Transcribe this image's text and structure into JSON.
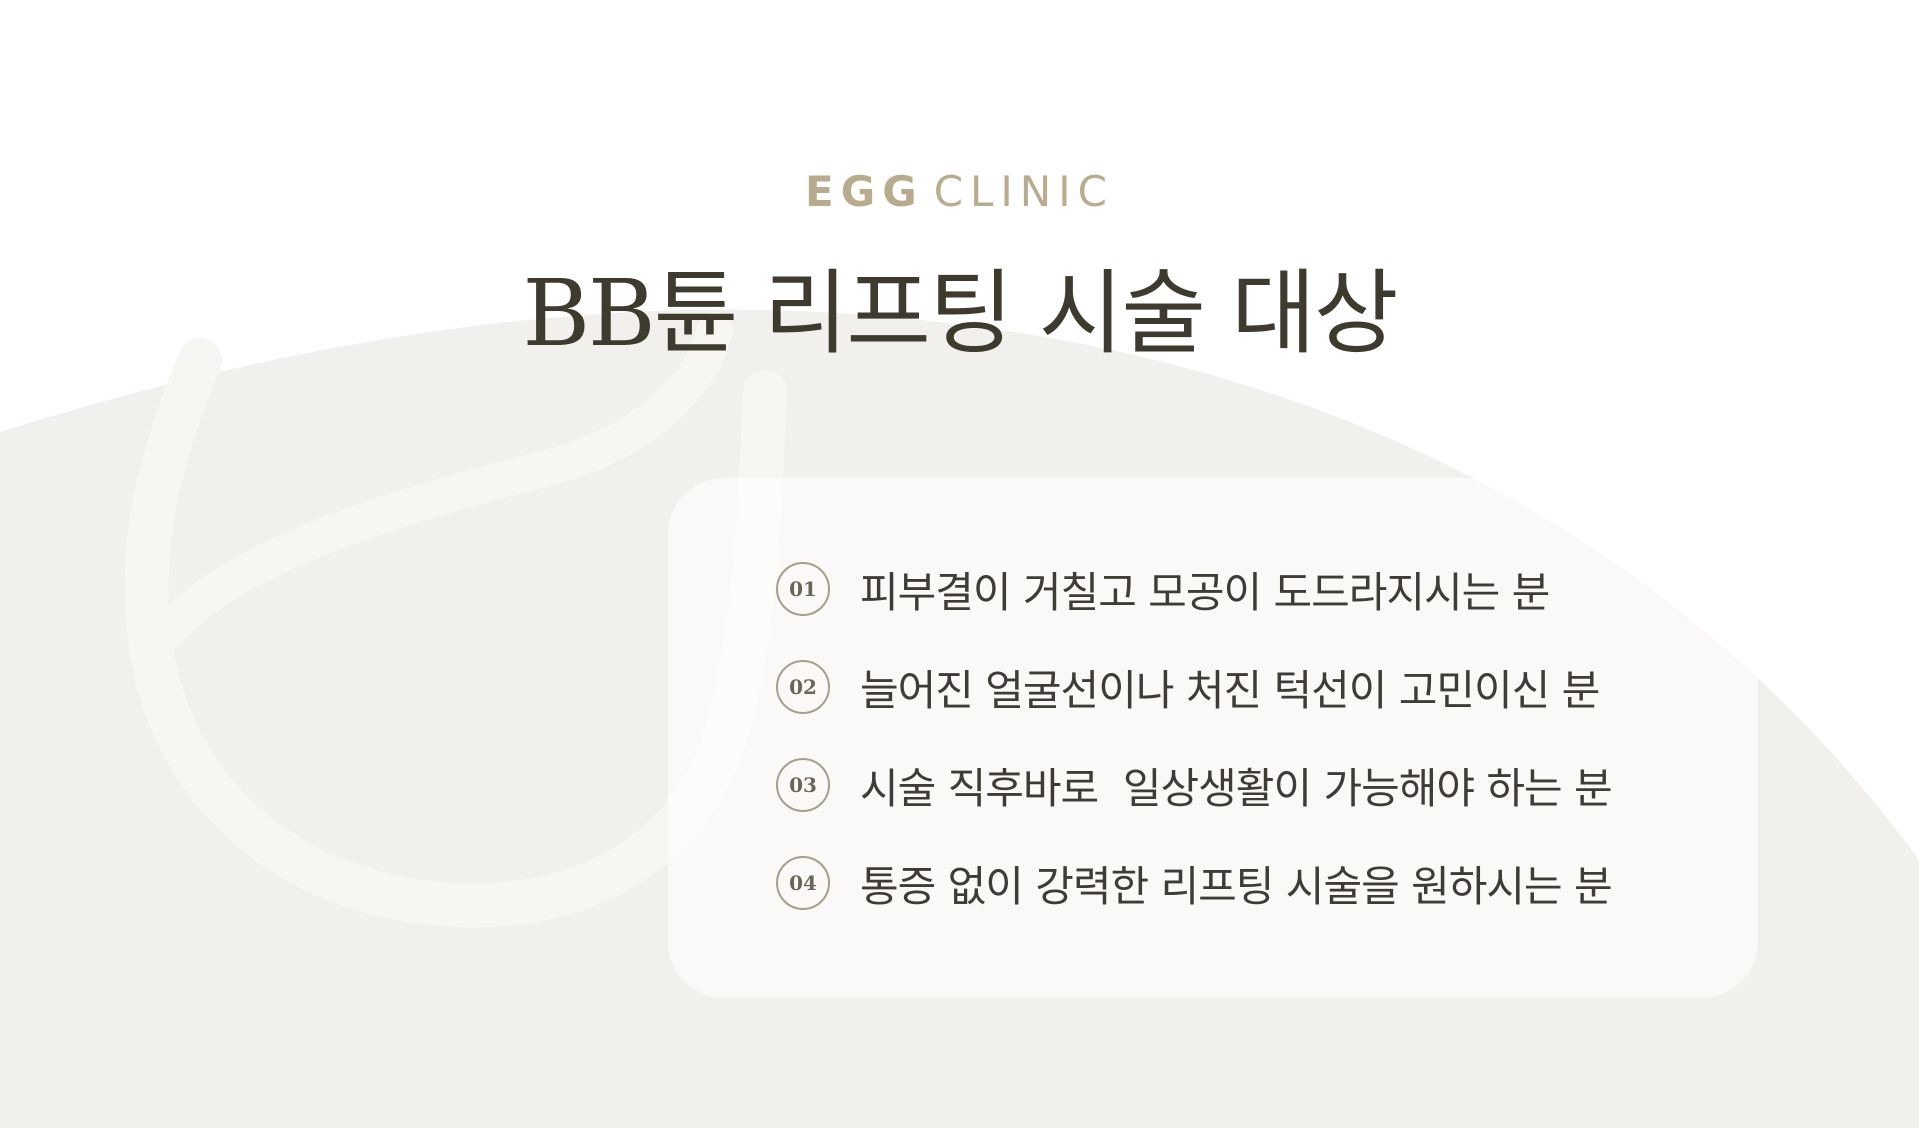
{
  "header": {
    "brand_bold": "EGG",
    "brand_light": "CLINIC",
    "title": "BB튠 리프팅 시술 대상"
  },
  "colors": {
    "background": "#ffffff",
    "arc_fill": "#f1f0ed",
    "brand": "#b8ab8e",
    "title": "#3e3a2e",
    "text": "#3f3c36",
    "badge_border": "#a69f8c"
  },
  "targets": {
    "items": [
      {
        "num": "01",
        "text": "피부결이 거칠고 모공이 도드라지시는 분"
      },
      {
        "num": "02",
        "text": "늘어진 얼굴선이나 처진 턱선이 고민이신 분"
      },
      {
        "num": "03",
        "text": "시술 직후바로  일상생활이 가능해야 하는 분"
      },
      {
        "num": "04",
        "text": "통증 없이 강력한 리프팅 시술을 원하시는 분"
      }
    ]
  }
}
